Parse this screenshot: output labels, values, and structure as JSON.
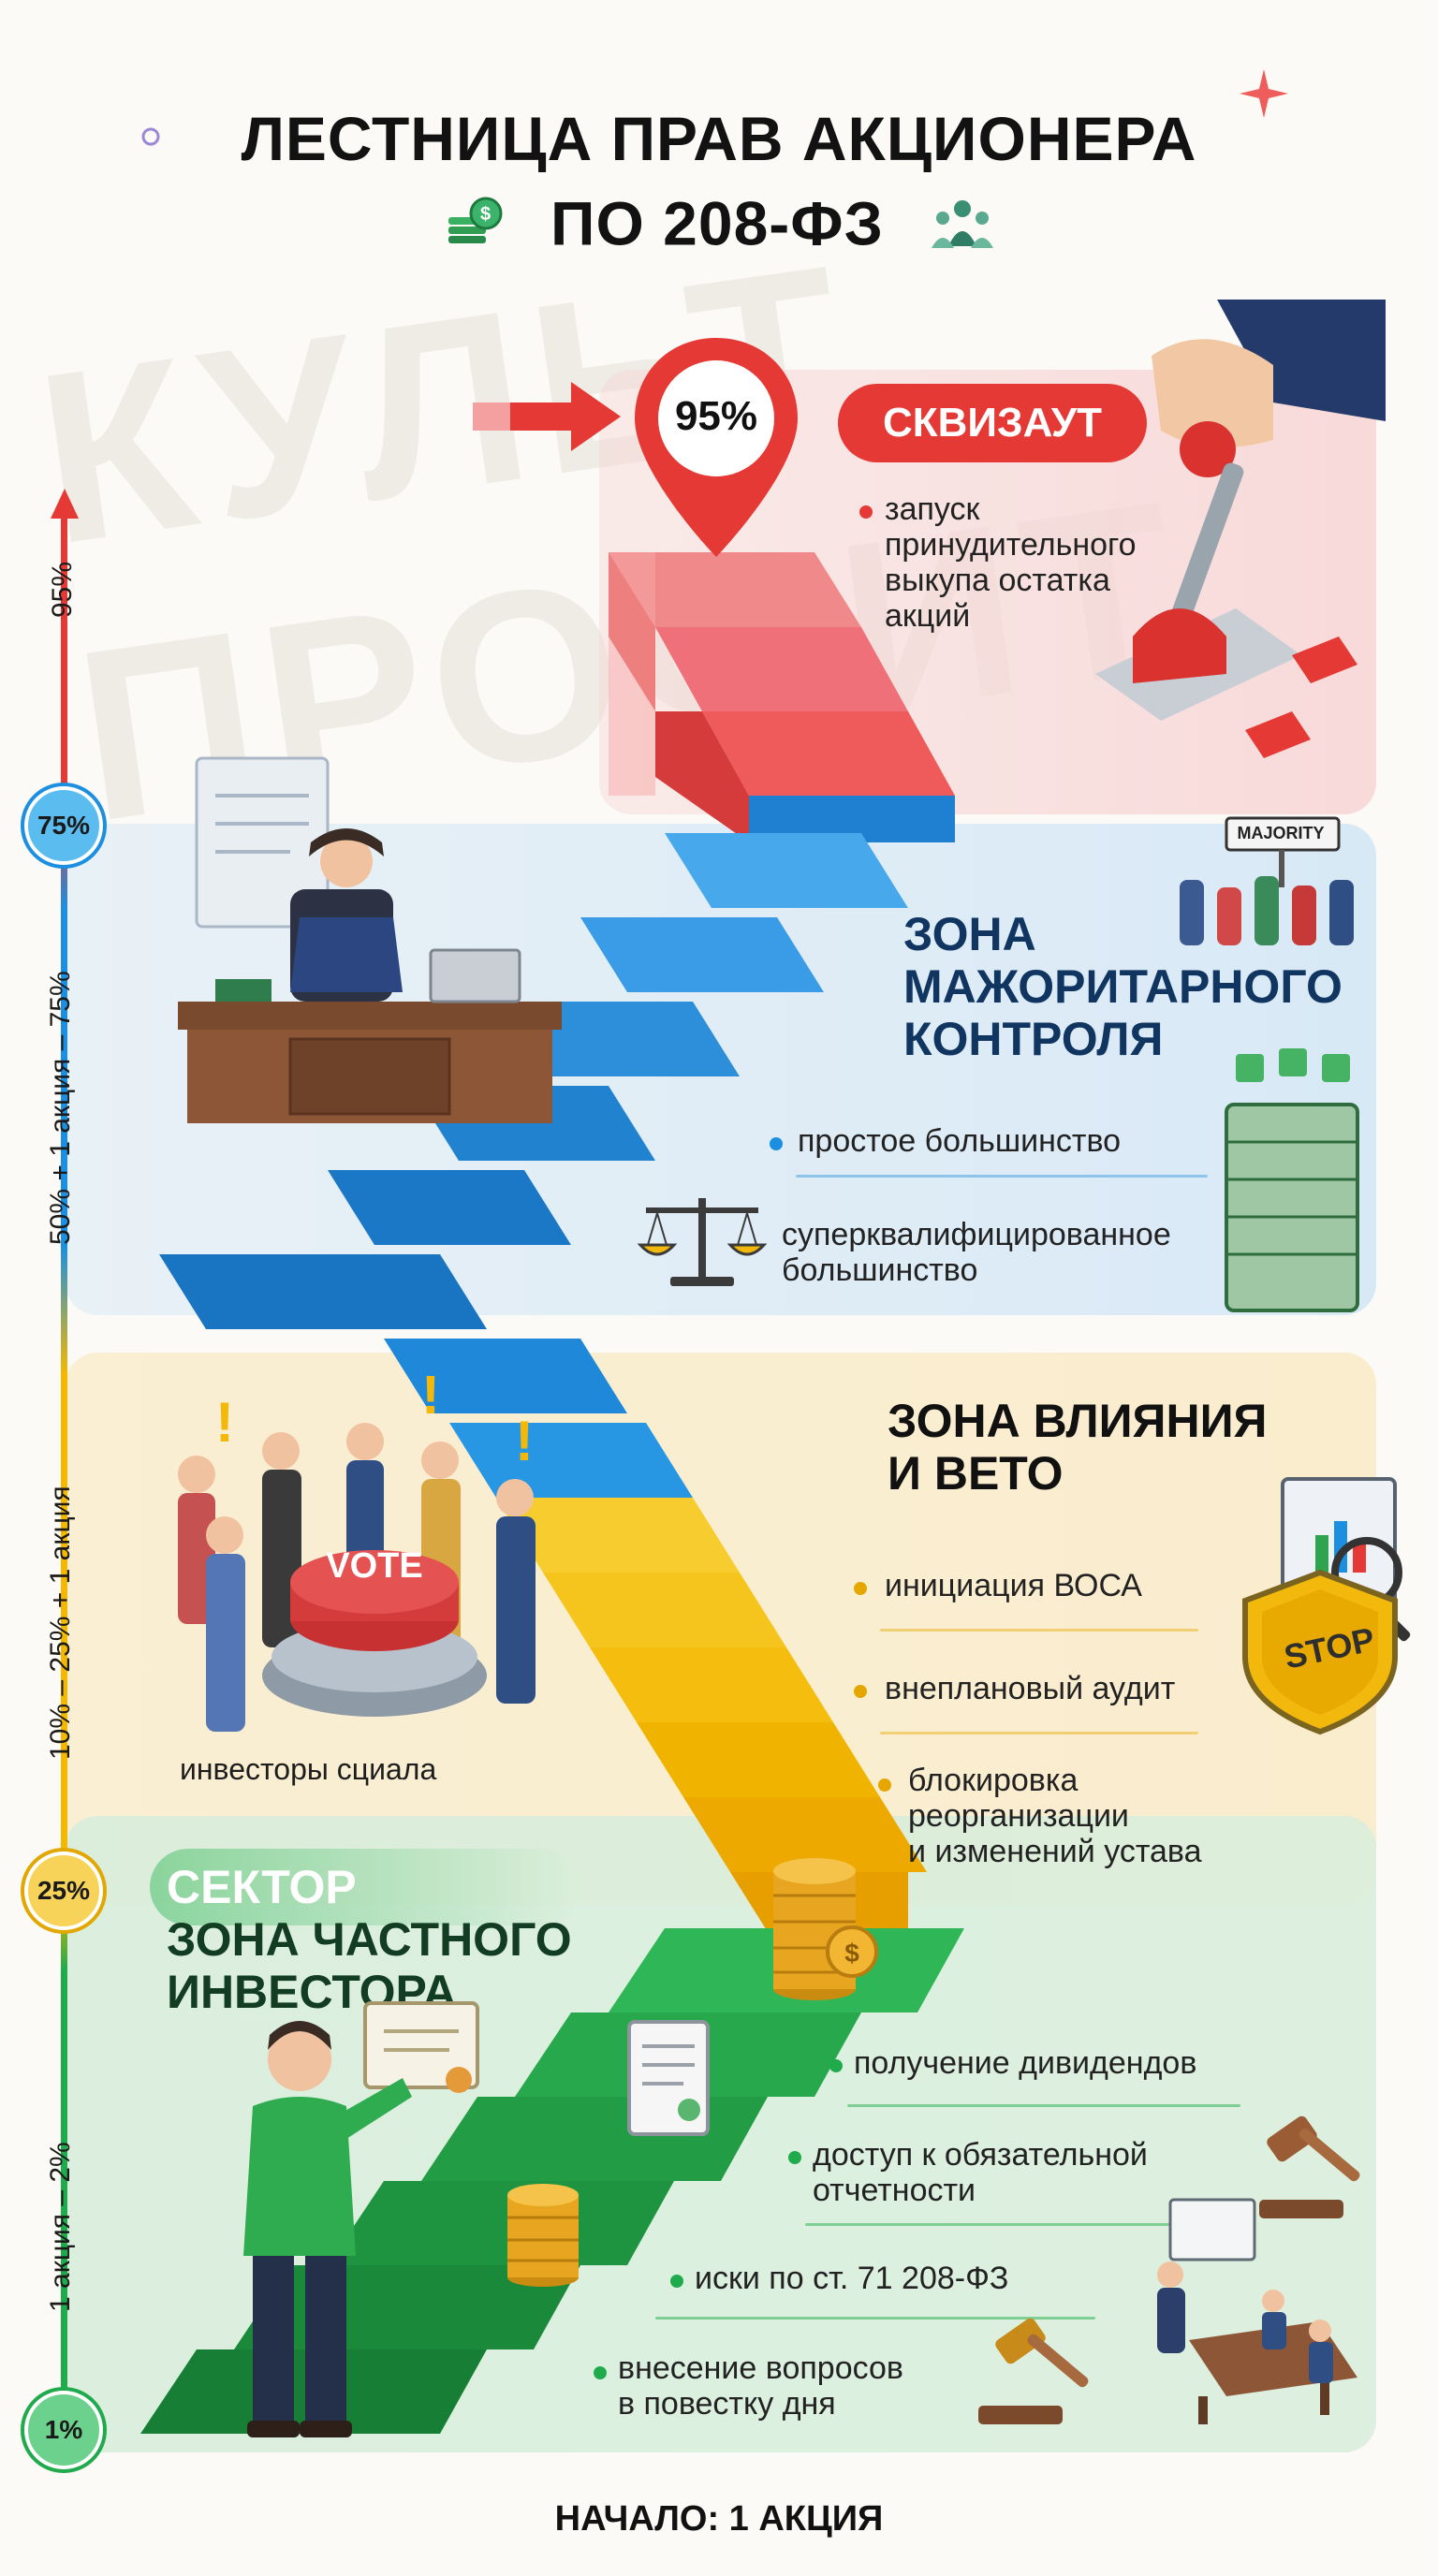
{
  "title": {
    "line1": "ЛЕСТНИЦА ПРАВ АКЦИОНЕРА",
    "line2": "ПО 208-ФЗ"
  },
  "watermark": "КУЛЬТ ПРОФИТ",
  "scale": {
    "top_label": "95%",
    "markers": [
      "75%",
      "25%",
      "1%"
    ],
    "ranges": [
      "50% + 1 акция – 75%",
      "10% – 25% + 1 акция",
      "1 акция – 2%"
    ]
  },
  "pin": {
    "label": "95%"
  },
  "squeeze_out": {
    "title": "СКВИЗАУТ",
    "text": "запуск принудительного выкупа остатка акций",
    "text_lines": [
      "запуск",
      "принудительного",
      "выкупа остатка",
      "акций"
    ]
  },
  "majority": {
    "title_lines": [
      "ЗОНА",
      "МАЖОРИТАРНОГО",
      "КОНТРОЛЯ"
    ],
    "sign": "MAJORITY",
    "bullets": [
      "простое большинство",
      "суперквалифицированное большинство"
    ],
    "bullet2_lines": [
      "суперквалифицированное",
      "большинство"
    ]
  },
  "influence": {
    "title_lines": [
      "ЗОНА ВЛИЯНИЯ",
      "И ВЕТО"
    ],
    "bullets": [
      "инициация ВОСА",
      "внеплановый аудит",
      "блокировка реорганизации и изменений устава"
    ],
    "bullet3_lines": [
      "блокировка",
      "реорганизации",
      "и изменений устава"
    ],
    "button": "VOTE",
    "stop": "STOP",
    "caption": "инвесторы сциала"
  },
  "private": {
    "title_lines": [
      "СЕКТОР",
      "ЗОНА ЧАСТНОГО",
      "ИНВЕСТОРА"
    ],
    "bullets": [
      "получение дивидендов",
      "доступ к обязательной отчетности",
      "иски по ст. 71 208-ФЗ",
      "внесение вопросов в повестку дня"
    ],
    "bullet2_lines": [
      "доступ к обязательной",
      "отчетности"
    ],
    "bullet4_lines": [
      "внесение вопросов",
      "в повестку дня"
    ]
  },
  "footer": "НАЧАЛО: 1 АКЦИЯ",
  "colors": {
    "red": "#e52b2b",
    "blue": "#1c8fe0",
    "yellow": "#f5b800",
    "green": "#1faa4c"
  },
  "icons": [
    "cash-stack-icon",
    "team-icon",
    "lever-icon",
    "raised-hands-icon",
    "money-stack-icon",
    "scales-icon",
    "vote-button-icon",
    "stop-shield-icon",
    "coins-icon",
    "certificate-icon",
    "gavel-icon",
    "meeting-icon"
  ]
}
